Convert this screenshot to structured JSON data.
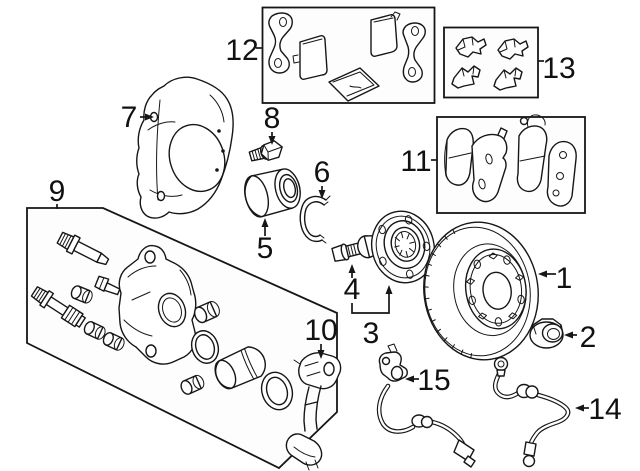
{
  "diagram": {
    "background_color": "#ffffff",
    "line_color": "#161616",
    "box_fill_color": "#fdfdfd",
    "callouts": [
      {
        "label": "1",
        "part": "disc-brake-rotor"
      },
      {
        "label": "2",
        "part": "axle-hub-nut"
      },
      {
        "label": "3",
        "part": "wheel-hub-assembly"
      },
      {
        "label": "4",
        "part": "wheel-stud"
      },
      {
        "label": "5",
        "part": "wheel-bearing"
      },
      {
        "label": "6",
        "part": "bearing-snap-ring"
      },
      {
        "label": "7",
        "part": "brake-splash-shield"
      },
      {
        "label": "8",
        "part": "shield-mount-bolt"
      },
      {
        "label": "9",
        "part": "caliper-hardware-kit"
      },
      {
        "label": "10",
        "part": "caliper-mounting-bracket"
      },
      {
        "label": "11",
        "part": "brake-pad-set"
      },
      {
        "label": "12",
        "part": "brake-pad-shim-kit"
      },
      {
        "label": "13",
        "part": "brake-pad-clip-kit"
      },
      {
        "label": "14",
        "part": "brake-hydraulic-hose"
      },
      {
        "label": "15",
        "part": "abs-wheel-speed-sensor"
      }
    ]
  }
}
